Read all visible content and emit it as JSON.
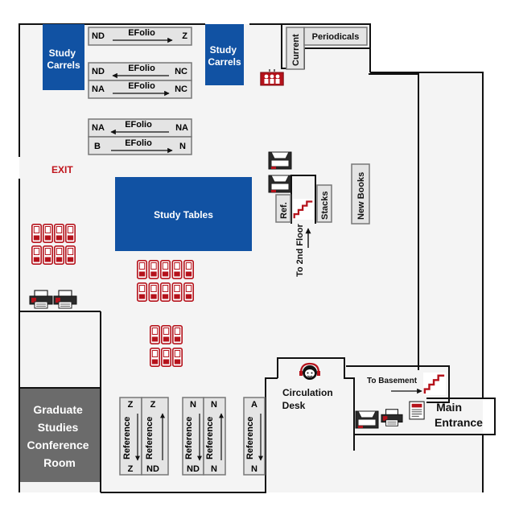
{
  "colors": {
    "floor": "#f4f4f4",
    "wall": "#111111",
    "blue": "#1152a3",
    "red": "#b5121b",
    "shelf_fill": "#e4e4e4",
    "shelf_border": "#777777",
    "conference": "#6b6b6b"
  },
  "labels": {
    "study_carrels_left": [
      "Study",
      "Carrels"
    ],
    "study_carrels_right": [
      "Study",
      "Carrels"
    ],
    "current": "Current",
    "periodicals": "Periodicals",
    "exit": "EXIT",
    "study_tables": "Study Tables",
    "ref": "Ref.",
    "stacks": "Stacks",
    "to_2nd_floor": "To 2nd Floor",
    "new_books": "New Books",
    "circulation_desk": [
      "Circulation",
      "Desk"
    ],
    "to_basement": "To Basement",
    "main_entrance": [
      "Main",
      "Entrance"
    ],
    "conference_room": [
      "Graduate",
      "Studies",
      "Conference",
      "Room"
    ]
  },
  "efolio_shelves": [
    {
      "left": "ND",
      "right": "Z",
      "label": "EFolio",
      "arrow": "right"
    },
    {
      "left": "ND",
      "right": "NC",
      "label": "EFolio",
      "arrow": "left"
    },
    {
      "left": "NA",
      "right": "NC",
      "label": "EFolio",
      "arrow": "right"
    },
    {
      "left": "NA",
      "right": "NA",
      "label": "EFolio",
      "arrow": "left"
    },
    {
      "left": "B",
      "right": "N",
      "label": "EFolio",
      "arrow": "right"
    }
  ],
  "reference_shelves": [
    {
      "label": "Reference",
      "top": "Z",
      "bottom": "Z",
      "arrow": "down"
    },
    {
      "label": "Reference",
      "top": "Z",
      "bottom": "ND",
      "arrow": "up"
    },
    {
      "label": "Reference",
      "top": "N",
      "bottom": "ND",
      "arrow": "down"
    },
    {
      "label": "Reference",
      "top": "N",
      "bottom": "N",
      "arrow": "up"
    },
    {
      "label": "Reference",
      "top": "A",
      "bottom": "N",
      "arrow": "down"
    }
  ],
  "computer_groups": [
    {
      "name": "computers-left",
      "cols": 4,
      "rows": 2
    },
    {
      "name": "computers-center",
      "cols": 5,
      "rows": 2
    },
    {
      "name": "computers-lower",
      "cols": 3,
      "rows": 2
    }
  ],
  "icons": [
    "computer-icon",
    "printer-icon",
    "copier-icon",
    "stairs-icon",
    "staff-icon",
    "group-study-icon",
    "fax-icon"
  ]
}
